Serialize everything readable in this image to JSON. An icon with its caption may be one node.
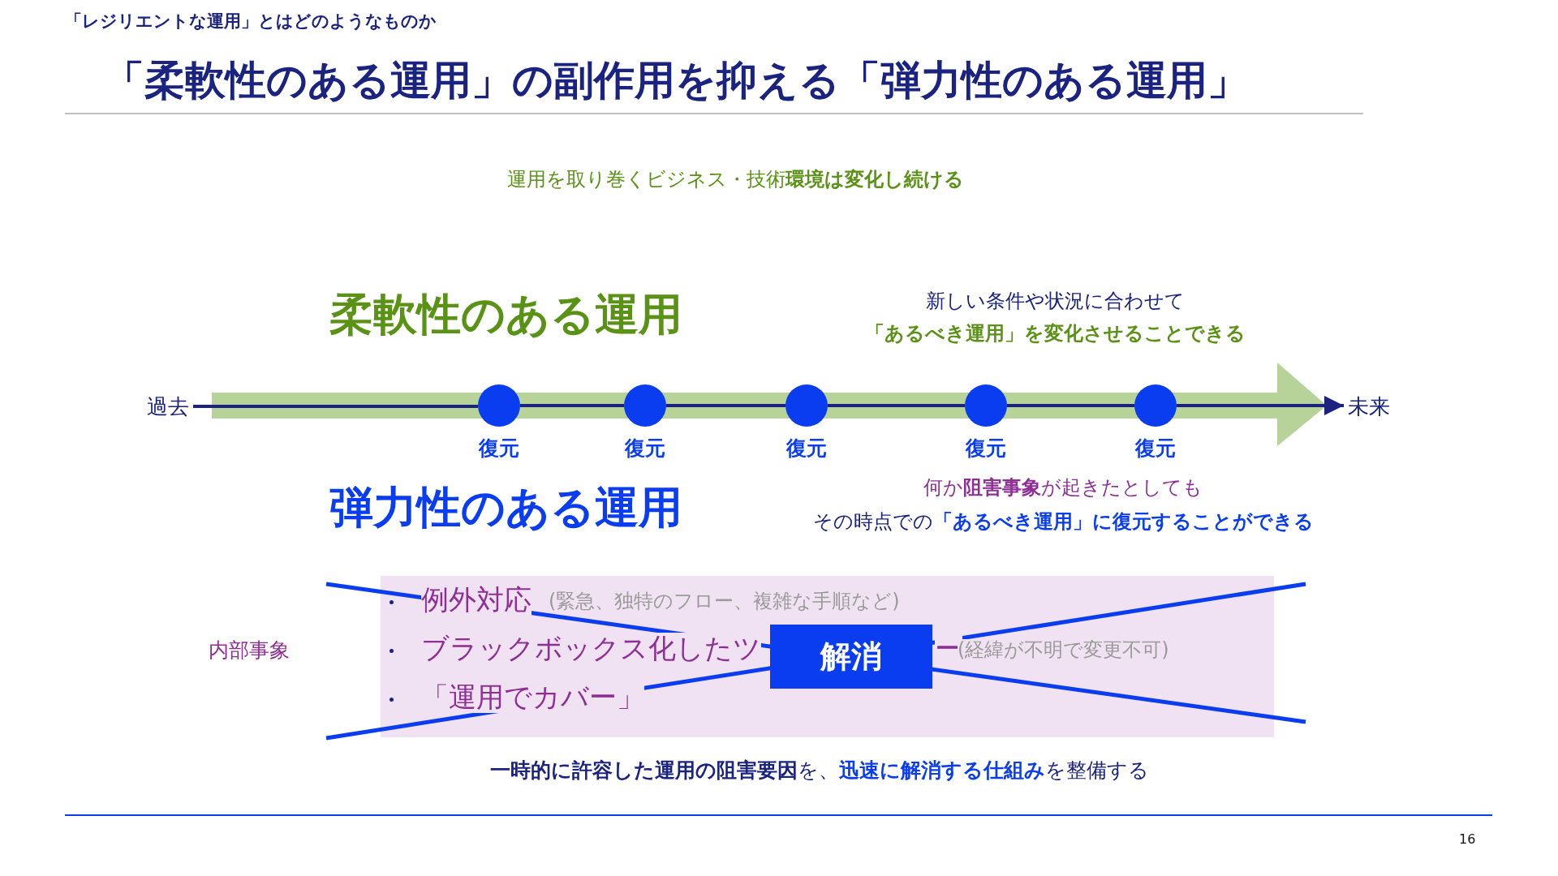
{
  "diagram": {
    "title": "「柔軟性のある運用」の副作用を抑える「弾力性のある運用」",
    "nodes": [
      {
        "text": [
          "過去"
        ]
      },
      {
        "text": [],
        "shape": "circle",
        "beside": [
          "復元"
        ]
      },
      {
        "text": [],
        "shape": "circle",
        "beside": [
          "復元"
        ]
      },
      {
        "text": [],
        "shape": "circle",
        "beside": [
          "復元"
        ]
      },
      {
        "text": [],
        "shape": "circle",
        "beside": [
          "復元"
        ]
      },
      {
        "text": [],
        "shape": "circle",
        "beside": [
          "復元"
        ]
      },
      {
        "text": [
          "未来"
        ]
      },
      {
        "text": [
          "例外対応",
          "(緊急、独特のフロー、複雑な手順など)",
          "ブラックボックス化したツ",
          "ー",
          "(経緯が不明で変更不可)",
          "「運用でカバー」"
        ]
      },
      {
        "text": [
          "解消"
        ],
        "in": 7
      }
    ],
    "edges": [
      {
        "from": 0,
        "to": 1,
        "arrow": "none"
      },
      {
        "from": 1,
        "to": 2,
        "arrow": "none"
      },
      {
        "from": 2,
        "to": 3,
        "arrow": "none"
      },
      {
        "from": 3,
        "to": 4,
        "arrow": "none"
      },
      {
        "from": 4,
        "to": 5,
        "arrow": "none"
      },
      {
        "from": 5,
        "to": 6,
        "arrow": "to"
      }
    ],
    "labels": [
      "「レジリエントな運用」とはどのようなものか",
      "運用を取り巻くビジネス・技術**環境は変化し続ける**",
      "柔軟性のある運用",
      "新しい条件や状況に合わせて",
      "「あるべき運用」を変化させることできる",
      "弾力性のある運用",
      "何か**阻害事象**が起きたとしても",
      "その時点での**「あるべき運用」に復元することができる**",
      "内部事象",
      "**一時的に許容した運用の阻害要因**を、**迅速に解消する仕組み**を整備する",
      "16"
    ]
  }
}
